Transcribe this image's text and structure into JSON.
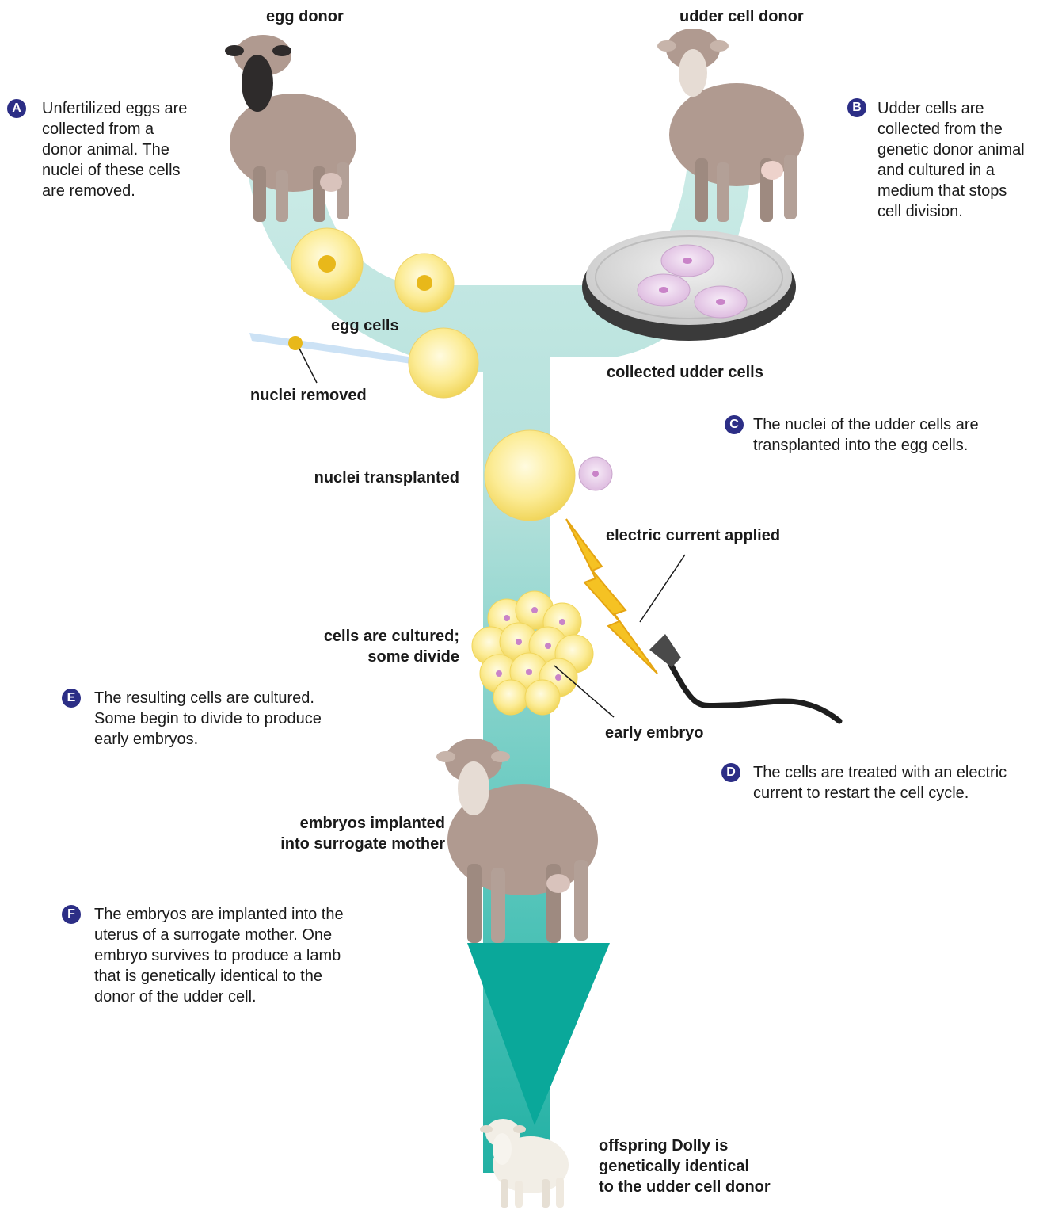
{
  "colors": {
    "flow": "#a9dcd6",
    "flow_dark": "#0aa89a",
    "badge": "#2c2e86",
    "egg": "#fbe985",
    "egg_nucleus": "#e8b81a",
    "udder_cell": "#e7c7e8",
    "udder_nucleus": "#c983c8",
    "sheep_wool": "#b09a90",
    "lamb_wool": "#f2eee6",
    "bolt": "#f5c223"
  },
  "labels": {
    "egg_donor": "egg donor",
    "udder_cell_donor": "udder cell donor",
    "egg_cells": "egg cells",
    "nuclei_removed": "nuclei removed",
    "collected_udder_cells": "collected udder cells",
    "nuclei_transplanted": "nuclei transplanted",
    "electric_current_applied": "electric current applied",
    "cells_cultured_1": "cells are cultured;",
    "cells_cultured_2": "some divide",
    "early_embryo": "early embryo",
    "implanted_1": "embryos implanted",
    "implanted_2": "into surrogate mother",
    "offspring_1": "offspring Dolly is",
    "offspring_2": "genetically identical",
    "offspring_3": "to the udder cell donor"
  },
  "steps": {
    "A": {
      "letter": "A",
      "lines": [
        "Unfertilized eggs are",
        "collected from a",
        "donor animal. The",
        "nuclei of these cells",
        "are removed."
      ]
    },
    "B": {
      "letter": "B",
      "lines": [
        "Udder cells are",
        "collected from the",
        "genetic donor animal",
        "and cultured in a",
        "medium that stops",
        "cell division."
      ]
    },
    "C": {
      "letter": "C",
      "lines": [
        "The nuclei of the udder cells are",
        "transplanted into the egg cells."
      ]
    },
    "D": {
      "letter": "D",
      "lines": [
        "The cells are treated with an electric",
        "current to restart the cell cycle."
      ]
    },
    "E": {
      "letter": "E",
      "lines": [
        "The resulting cells are cultured.",
        "Some begin to divide to produce",
        "early embryos."
      ]
    },
    "F": {
      "letter": "F",
      "lines": [
        "The embryos are implanted into the",
        "uterus of a surrogate mother. One",
        "embryo survives to produce a lamb",
        "that is genetically identical to the",
        "donor of the udder cell."
      ]
    }
  }
}
